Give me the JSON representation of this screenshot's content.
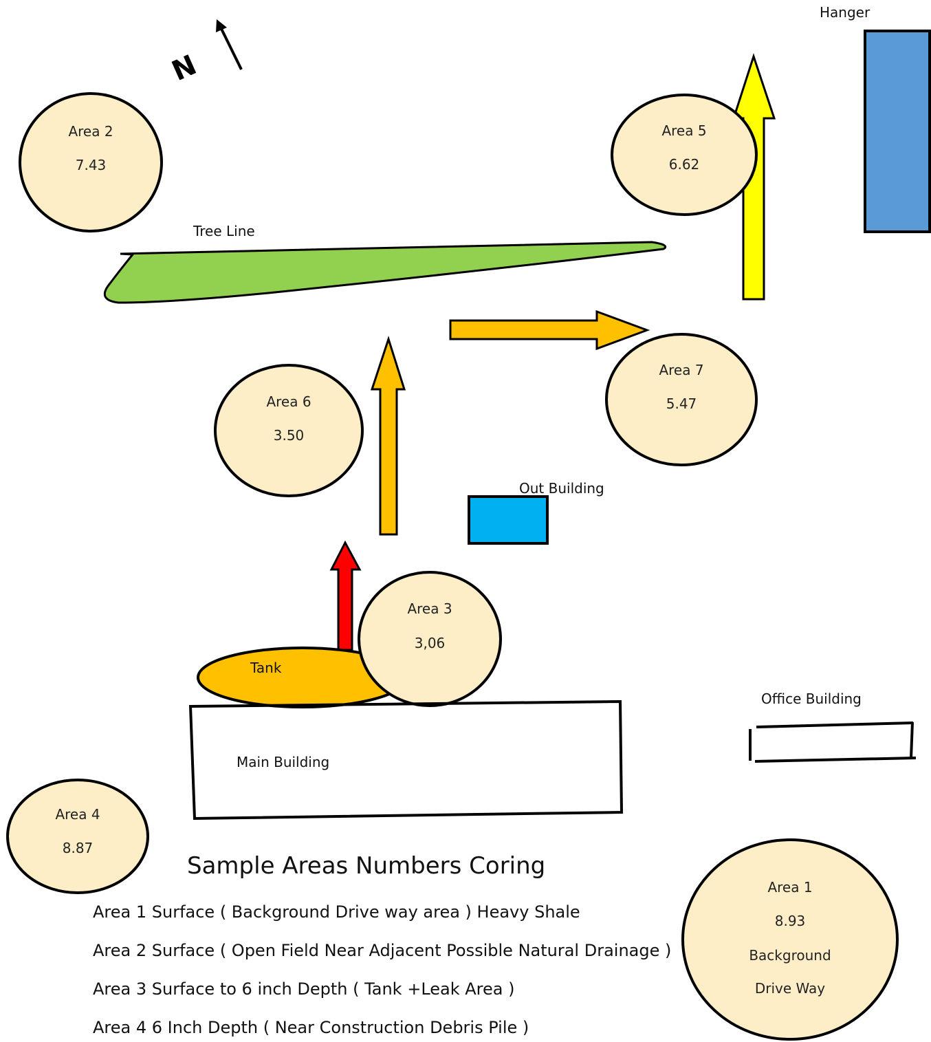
{
  "colors": {
    "area_fill": "#fdeec7",
    "tree_line": "#92d050",
    "arrow_orange": "#ffc000",
    "arrow_yellow": "#ffff00",
    "arrow_red": "#ff0000",
    "tank": "#ffc000",
    "hanger": "#5b9bd5",
    "out_building": "#00b0f0"
  },
  "compass": {
    "label": "N"
  },
  "labels": {
    "hanger": "Hanger",
    "tree_line": "Tree Line",
    "out_building": "Out Building",
    "tank": "Tank",
    "office_building": "Office Building",
    "main_building": "Main Building"
  },
  "areas": {
    "area1": {
      "name": "Area  1",
      "value": "8.93",
      "line3": "Background",
      "line4": "Drive Way"
    },
    "area2": {
      "name": "Area  2",
      "value": "7.43"
    },
    "area3": {
      "name": "Area  3",
      "value": "3,06"
    },
    "area4": {
      "name": "Area  4",
      "value": "8.87"
    },
    "area5": {
      "name": "Area  5",
      "value": "6.62"
    },
    "area6": {
      "name": "Area  6",
      "value": "3.50"
    },
    "area7": {
      "name": "Area  7",
      "value": "5.47"
    }
  },
  "title": "Sample Areas  Numbers Coring",
  "legend": [
    "Area 1  Surface  ( Background  Drive way area )  Heavy Shale",
    "Area 2  Surface ( Open Field Near Adjacent  Possible Natural Drainage )",
    "Area 3  Surface to 6 inch Depth  ( Tank +Leak Area )",
    "Area 4  6 Inch Depth ( Near Construction Debris Pile  )"
  ]
}
